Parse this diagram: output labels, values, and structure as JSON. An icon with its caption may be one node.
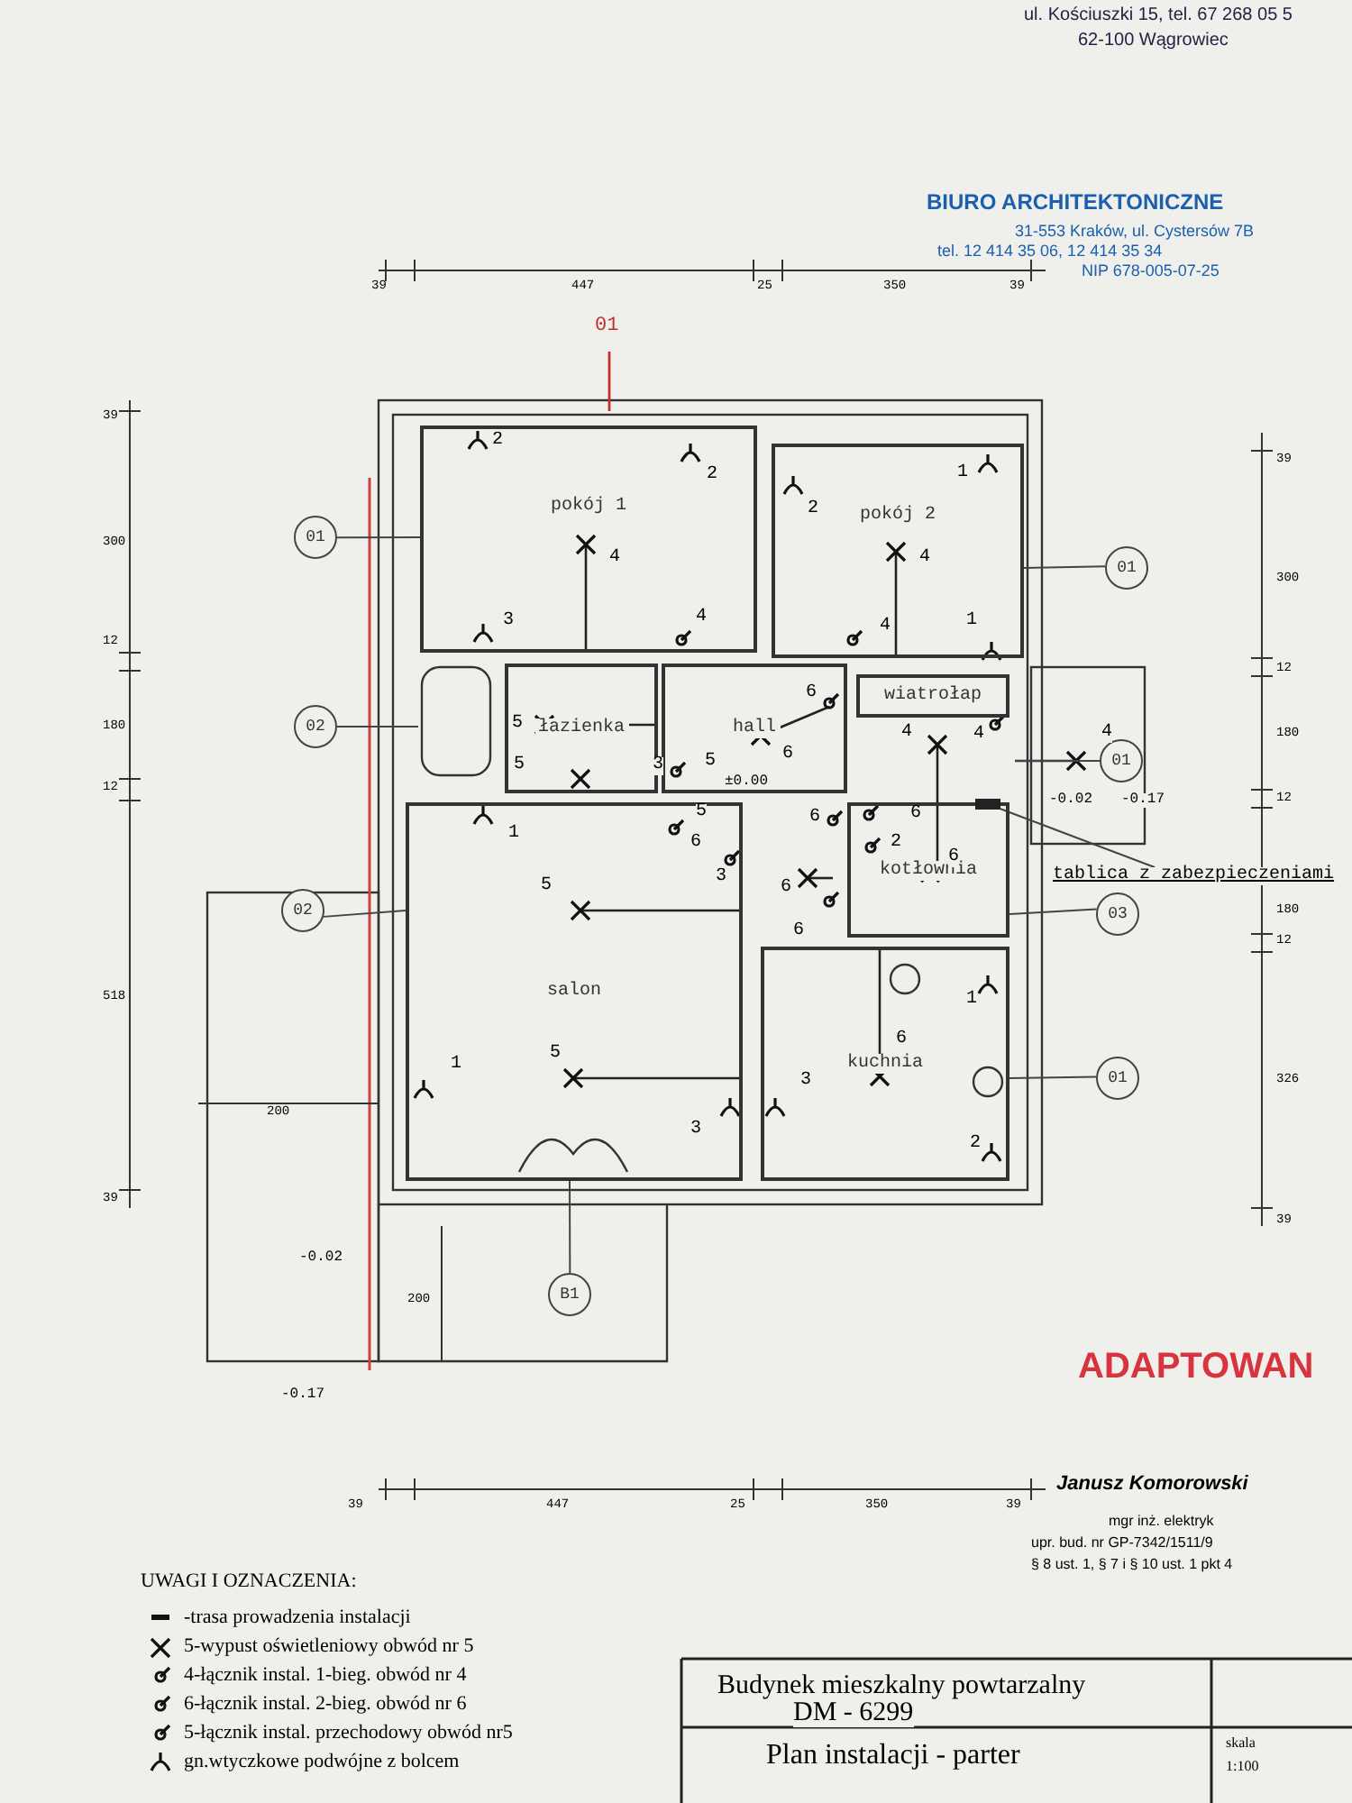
{
  "diagram": {
    "title": "Plan instalacji - parter",
    "nodes": [
      {
        "text": [
          "pokój 1"
        ]
      },
      {
        "text": [
          "pokój 2"
        ]
      },
      {
        "text": [
          "hall"
        ]
      },
      {
        "text": [
          "wiatrołap"
        ]
      },
      {
        "text": [
          "łazienka"
        ]
      },
      {
        "text": [
          "salon"
        ]
      },
      {
        "text": [
          "kotłownia"
        ]
      },
      {
        "text": [
          "kuchnia"
        ]
      },
      {
        "text": [
          "01"
        ]
      },
      {
        "text": [
          "01"
        ]
      },
      {
        "text": [
          "02"
        ]
      },
      {
        "text": [
          "01"
        ]
      },
      {
        "text": [
          "03"
        ]
      },
      {
        "text": [
          "02"
        ]
      },
      {
        "text": [
          "01"
        ]
      },
      {
        "text": [
          "B1"
        ]
      },
      {
        "text": [
          "tablica z zabezpieczeniami"
        ]
      },
      {
        "text": [],
        "shape": "box"
      }
    ],
    "edges": [
      {
        "from": 8,
        "to": 0,
        "arrow": "none"
      },
      {
        "from": 9,
        "to": 1,
        "arrow": "none"
      },
      {
        "from": 10,
        "to": null,
        "arrow": "none"
      },
      {
        "from": 11,
        "to": null,
        "arrow": "none"
      },
      {
        "from": 12,
        "to": 6,
        "arrow": "none"
      },
      {
        "from": 13,
        "to": 5,
        "arrow": "none"
      },
      {
        "from": 14,
        "to": 7,
        "arrow": "none"
      },
      {
        "from": 15,
        "to": 5,
        "arrow": "none"
      },
      {
        "from": 16,
        "to": 17,
        "arrow": "none"
      }
    ],
    "labels": [
      "ul. Kościuszki 15, tel. 67 268 05 5",
      "62-100 Wągrowiec",
      "BIURO ARCHITEKTONICZNE",
      "31-553 Kraków, ul. Cystersów 7B",
      "tel. 12 414 35 06, 12 414 35 34",
      "NIP 678-005-07-25",
      "39",
      "447",
      "25",
      "350",
      "39",
      "01",
      "39",
      "300",
      "12",
      "180",
      "12",
      "518",
      "39",
      "39",
      "300",
      "12",
      "180",
      "12",
      "180",
      "12",
      "326",
      "39",
      "2",
      "2",
      "2",
      "1",
      "4",
      "4",
      "3",
      "4",
      "4",
      "1",
      "6",
      "5",
      "6",
      "4",
      "4",
      "4",
      "5",
      "3",
      "5",
      "±0.00",
      "-0.02",
      "-0.17",
      "5",
      "6",
      "6",
      "1",
      "6",
      "2",
      "6",
      "5",
      "3",
      "6",
      "6",
      "1",
      "5",
      "1",
      "3",
      "6",
      "3",
      "2",
      "200",
      "-0.02",
      "200",
      "-0.17",
      "ADAPTOWAN",
      "39",
      "447",
      "25",
      "350",
      "39",
      "Janusz Komorowski",
      "mgr inż. elektryk",
      "upr. bud. nr GP-7342/1511/9",
      "§ 8 ust. 1, § 7 i § 10 ust. 1 pkt 4",
      "UWAGI I OZNACZENIA:",
      "Budynek mieszkalny powtarzalny",
      "DM - 6299",
      "skala",
      "1:100"
    ],
    "legend": [
      {
        "text": "-trasa prowadzenia instalacji"
      },
      {
        "text": "5-wypust oświetleniowy obwód nr 5"
      },
      {
        "text": "4-łącznik instal. 1-bieg. obwód nr 4"
      },
      {
        "text": "6-łącznik instal. 2-bieg. obwód nr 6"
      },
      {
        "text": "5-łącznik instal. przechodowy obwód nr5"
      },
      {
        "text": "gn.wtyczkowe podwójne z bolcem"
      }
    ]
  }
}
